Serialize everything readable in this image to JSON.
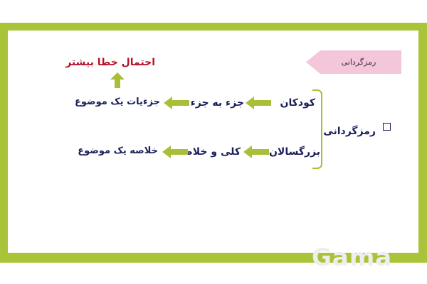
{
  "header_tag": "رمزگردانی",
  "main_item": "رمزگردانی",
  "note": "احتمال خطا بیشتر",
  "rows": [
    {
      "subject": "کودکان",
      "method": "جزء به جزء",
      "result": "جزءیات یک موضوع"
    },
    {
      "subject": "بزرگسالان",
      "method": "کلی و خلاصه",
      "result": "خلاصه یک موضوع"
    }
  ],
  "watermark": "Gama",
  "colors": {
    "frame": "#aac43a",
    "arrow": "#a9bf3a",
    "text": "#1a1f5a",
    "note": "#b5102a",
    "tag": "#f4c6da"
  }
}
